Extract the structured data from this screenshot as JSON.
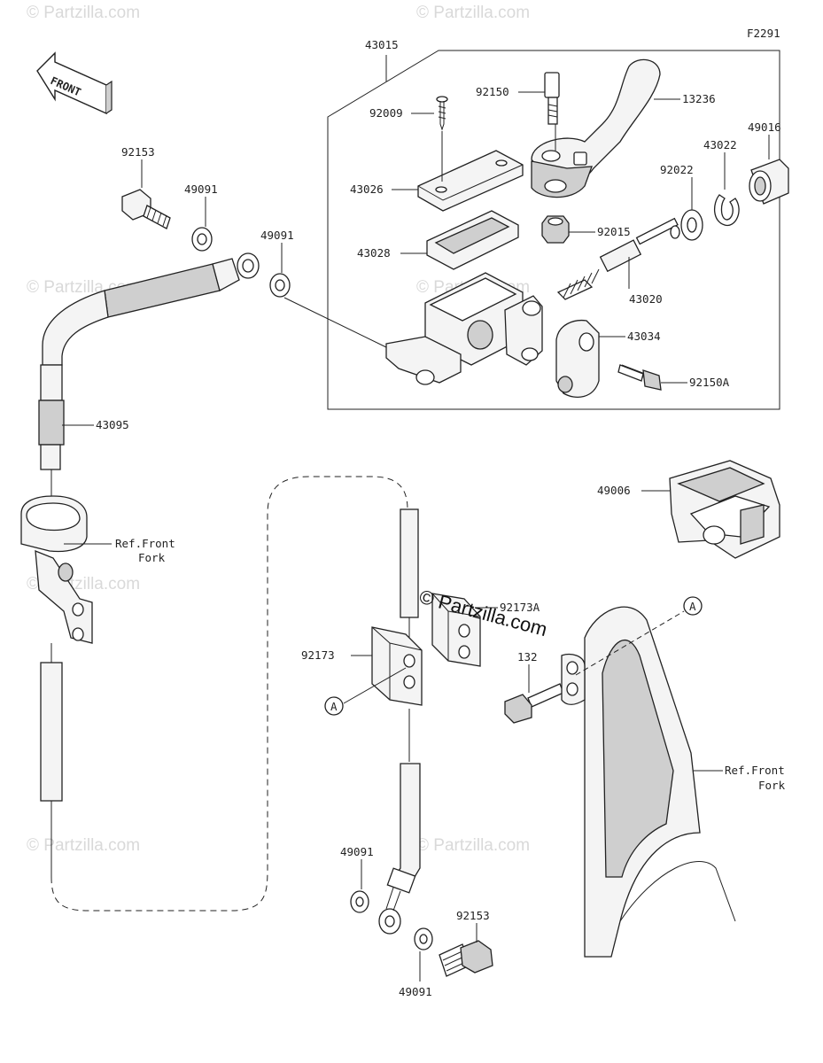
{
  "diagram_id": "F2291",
  "front_label": "FRONT",
  "watermark": "© Partzilla.com",
  "main_watermark": "© Partzilla.com",
  "callout_letter": "A",
  "labels": {
    "l43015": "43015",
    "l92150": "92150",
    "l13236": "13236",
    "l92009": "92009",
    "l49016": "49016",
    "l43022": "43022",
    "l92022": "92022",
    "l43026": "43026",
    "l92015": "92015",
    "l43028": "43028",
    "l43020": "43020",
    "l43034": "43034",
    "l92150A": "92150A",
    "l92153_top": "92153",
    "l49091_a": "49091",
    "l49091_b": "49091",
    "l43095": "43095",
    "ref_fork_left_1": "Ref.Front",
    "ref_fork_left_2": "Fork",
    "l49006": "49006",
    "l92173A": "92173A",
    "l92173": "92173",
    "l132": "132",
    "ref_fork_right_1": "Ref.Front",
    "ref_fork_right_2": "Fork",
    "l49091_c": "49091",
    "l92153_bot": "92153",
    "l49091_d": "49091"
  }
}
